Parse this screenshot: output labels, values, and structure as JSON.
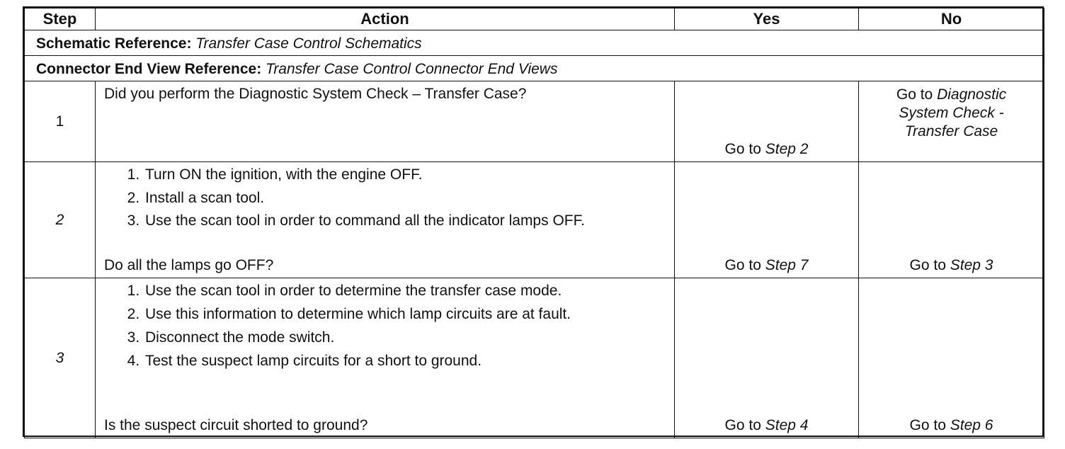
{
  "headers": {
    "step": "Step",
    "action": "Action",
    "yes": "Yes",
    "no": "No"
  },
  "references": {
    "schematic_label": "Schematic Reference:",
    "schematic_value": "Transfer Case Control Schematics",
    "connector_label": "Connector End View Reference:",
    "connector_value": "Transfer Case Control Connector End Views"
  },
  "rows": [
    {
      "step": "1",
      "question": "Did you perform the Diagnostic System Check – Transfer Case?",
      "yes_prefix": "Go to ",
      "yes_target": "Step 2",
      "no_prefix": "Go to ",
      "no_target_line1": "Diagnostic",
      "no_target_line2": "System Check -",
      "no_target_line3": "Transfer Case"
    },
    {
      "step": "2",
      "items": [
        "Turn ON the ignition, with the engine OFF.",
        "Install a scan tool.",
        "Use the scan tool in order to command all the indicator lamps OFF."
      ],
      "question": "Do all the lamps go OFF?",
      "yes_prefix": "Go to ",
      "yes_target": "Step 7",
      "no_prefix": "Go to ",
      "no_target": "Step 3"
    },
    {
      "step": "3",
      "items": [
        "Use the scan tool in order to determine the transfer case mode.",
        "Use this information to determine which lamp circuits are at fault.",
        "Disconnect the mode switch.",
        "Test the suspect lamp circuits for a short to ground."
      ],
      "question": "Is the suspect circuit shorted to ground?",
      "yes_prefix": "Go to ",
      "yes_target": "Step 4",
      "no_prefix": "Go to ",
      "no_target": "Step 6"
    }
  ]
}
